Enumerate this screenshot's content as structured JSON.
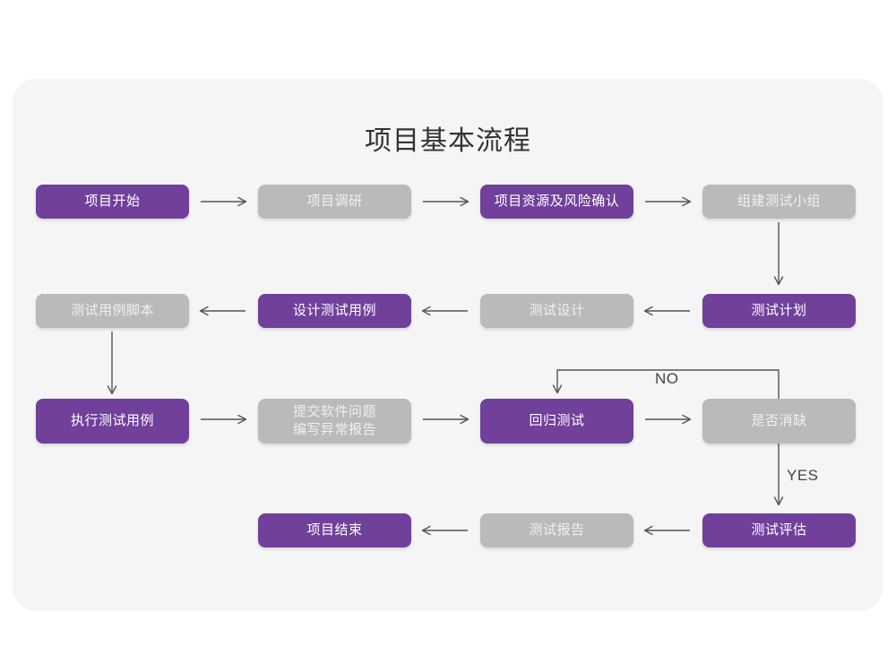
{
  "diagram": {
    "title": "项目基本流程",
    "colors": {
      "purple": "#70409b",
      "gray": "#bababa",
      "panel": "#f5f5f5",
      "background": "#ffffff",
      "connector": "#555555",
      "title_text": "#333333"
    },
    "nodes": [
      {
        "id": "n1",
        "label": "项目开始",
        "style": "purple",
        "row": 1,
        "col": 1
      },
      {
        "id": "n2",
        "label": "项目调研",
        "style": "gray",
        "row": 1,
        "col": 2
      },
      {
        "id": "n3",
        "label": "项目资源及风险确认",
        "style": "purple",
        "row": 1,
        "col": 3
      },
      {
        "id": "n4",
        "label": "组建测试小组",
        "style": "gray",
        "row": 1,
        "col": 4
      },
      {
        "id": "n5",
        "label": "测试用例脚本",
        "style": "gray",
        "row": 2,
        "col": 1
      },
      {
        "id": "n6",
        "label": "设计测试用例",
        "style": "purple",
        "row": 2,
        "col": 2
      },
      {
        "id": "n7",
        "label": "测试设计",
        "style": "gray",
        "row": 2,
        "col": 3
      },
      {
        "id": "n8",
        "label": "测试计划",
        "style": "purple",
        "row": 2,
        "col": 4
      },
      {
        "id": "n9",
        "label": "执行测试用例",
        "style": "purple",
        "row": 3,
        "col": 1
      },
      {
        "id": "n10",
        "label": "提交软件问题\n编写异常报告",
        "style": "gray",
        "row": 3,
        "col": 2
      },
      {
        "id": "n11",
        "label": "回归测试",
        "style": "purple",
        "row": 3,
        "col": 3
      },
      {
        "id": "n12",
        "label": "是否消缺",
        "style": "gray",
        "row": 3,
        "col": 4
      },
      {
        "id": "n13",
        "label": "项目结束",
        "style": "purple",
        "row": 4,
        "col": 2
      },
      {
        "id": "n14",
        "label": "测试报告",
        "style": "gray",
        "row": 4,
        "col": 3
      },
      {
        "id": "n15",
        "label": "测试评估",
        "style": "purple",
        "row": 4,
        "col": 4
      }
    ],
    "edge_labels": {
      "no": "NO",
      "yes": "YES"
    }
  }
}
